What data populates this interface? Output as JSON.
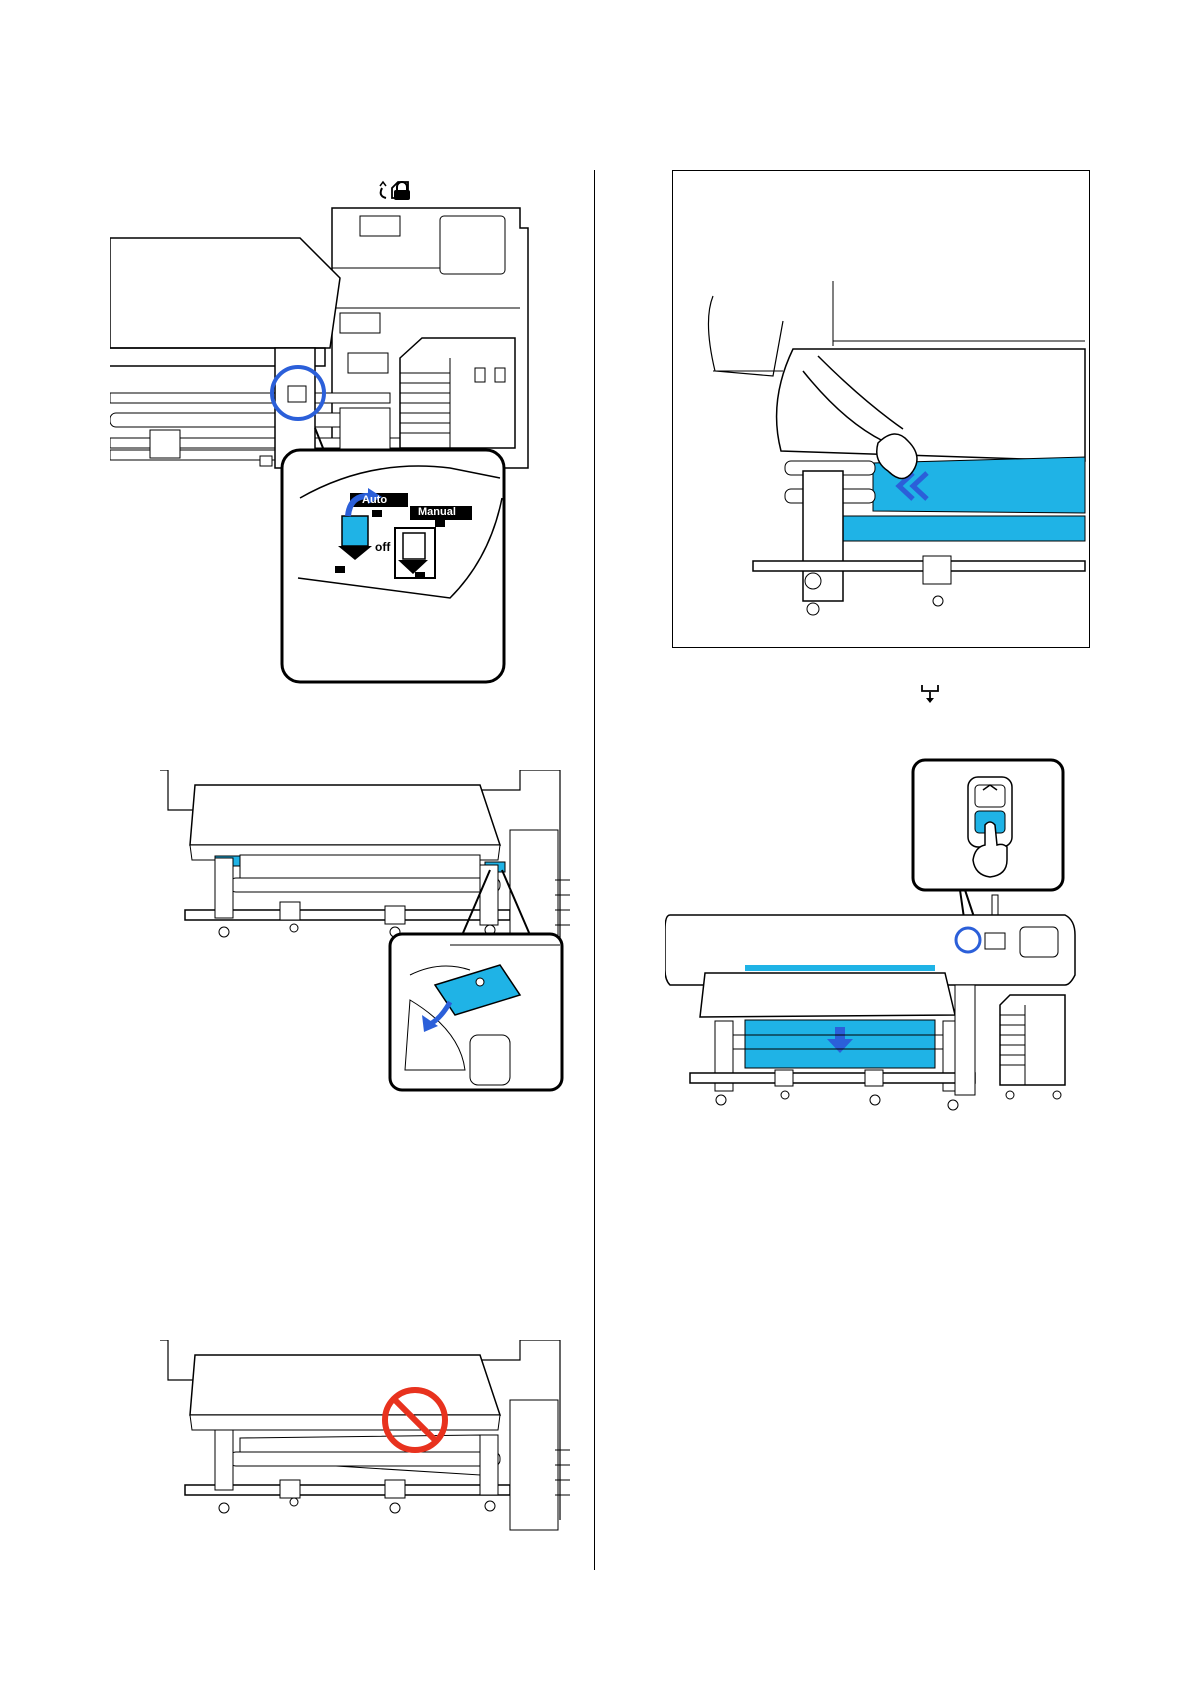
{
  "page": {
    "accent_color": "#1fb3e6",
    "callout_color": "#2b5fd9",
    "prohibit_color": "#e8321e"
  },
  "figure_switch": {
    "label_auto": "Auto",
    "label_manual": "Manual",
    "label_off": "off",
    "icon": "take-up-lock-icon"
  },
  "figure_lever": {
    "icon": "lever-arrow-icon"
  },
  "figure_prohibit": {
    "icon": "prohibited-icon"
  },
  "figure_hand": {
    "icon": "hand-press-media-icon"
  },
  "figure_feed": {
    "icon": "media-feed-down-icon"
  }
}
